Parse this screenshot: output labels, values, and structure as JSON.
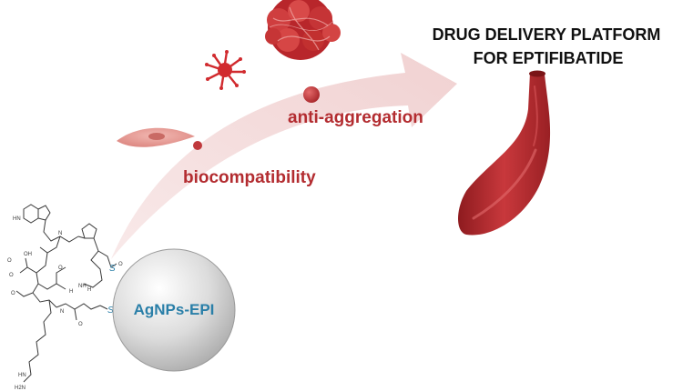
{
  "title": {
    "line1": "DRUG DELIVERY PLATFORM",
    "line2": "FOR EPTIFIBATIDE"
  },
  "labels": {
    "anti_aggregation": "anti-aggregation",
    "biocompatibility": "biocompatibility",
    "nanoparticle": "AgNPs-EPI",
    "thiol_1": "S",
    "thiol_2": "S"
  },
  "colors": {
    "arrow": "#f0d2d2",
    "label_red": "#b32c30",
    "marker_red": "#c0393c",
    "vessel_red": "#b2262b",
    "cell_pink": "#e79e98",
    "sulfur_blue": "#2a7fa8",
    "sphere_gray": "#d0d0d0"
  },
  "icons": [
    "platelet-aggregate-icon",
    "activated-platelet-icon",
    "cell-icon",
    "blood-vessel-icon",
    "peptide-structure",
    "silver-nanoparticle"
  ]
}
